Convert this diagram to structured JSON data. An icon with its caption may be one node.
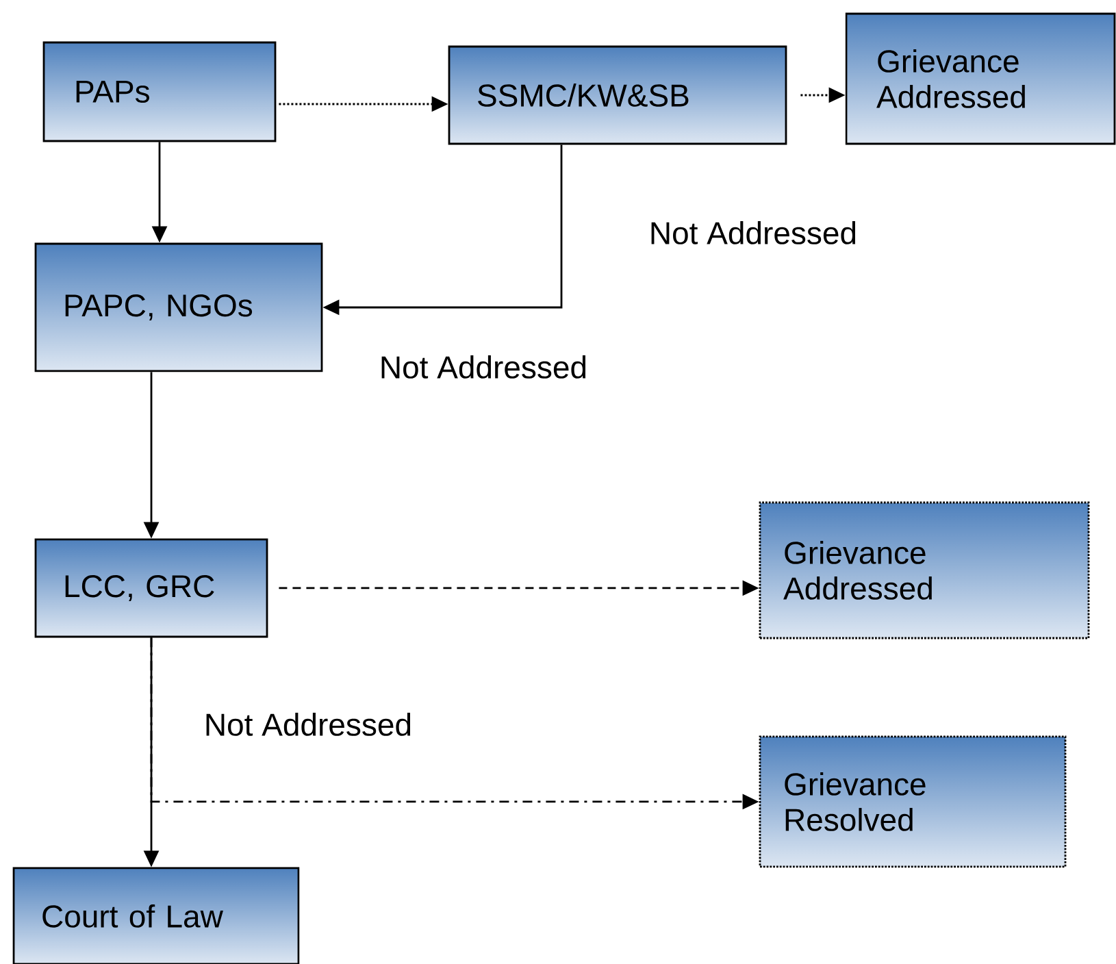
{
  "diagram": {
    "nodes": [
      {
        "text": [
          "PAPs"
        ]
      },
      {
        "text": [
          "SSMC/KW&SB"
        ]
      },
      {
        "text": [
          "Grievance Addressed"
        ]
      },
      {
        "text": [
          "PAPC, NGOs"
        ]
      },
      {
        "text": [
          "LCC, GRC"
        ]
      },
      {
        "text": [
          "Grievance Addressed"
        ]
      },
      {
        "text": [
          "Grievance Resolved"
        ]
      },
      {
        "text": [
          "Court of Law"
        ]
      }
    ],
    "edges": [
      {
        "from": 0,
        "to": 1,
        "arrow": "to",
        "style": "dashed"
      },
      {
        "from": 1,
        "to": 2,
        "arrow": "to",
        "style": "dashed"
      },
      {
        "from": 0,
        "to": 3,
        "arrow": "to"
      },
      {
        "from": 1,
        "to": 3,
        "arrow": "to",
        "label": "Not Addressed"
      },
      {
        "from": 3,
        "to": 4,
        "arrow": "to"
      },
      {
        "from": 4,
        "to": 5,
        "arrow": "to",
        "style": "dashed"
      },
      {
        "from": 4,
        "to": 6,
        "arrow": "to",
        "style": "dashed"
      },
      {
        "from": 4,
        "to": 7,
        "arrow": "to",
        "label": "Not Addressed"
      }
    ],
    "labels": [
      "Not Addressed"
    ]
  }
}
